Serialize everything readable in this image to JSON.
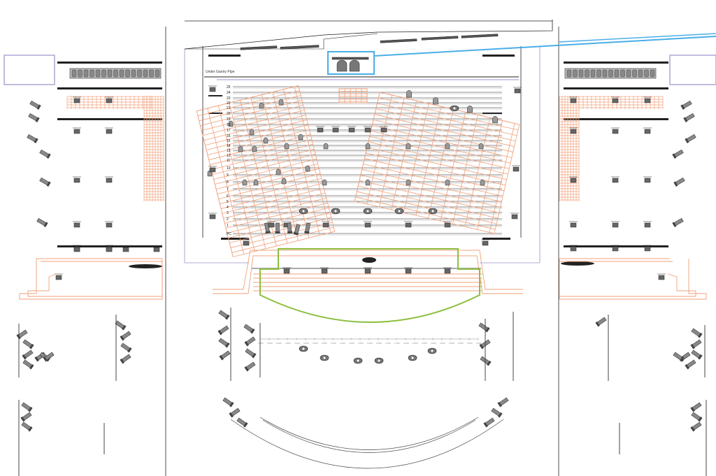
{
  "drawing": {
    "gantry_label": "Under Gantry Pipe",
    "pipe_numbers": [
      "25",
      "24",
      "23",
      "22",
      "21",
      "20",
      "19",
      "18",
      "17",
      "16",
      "15",
      "14",
      "13",
      "12",
      "11",
      "10",
      "9",
      "8",
      "7",
      "6",
      "5",
      "4",
      "3",
      "2",
      "1",
      "PC"
    ],
    "scale_bar_labels": [
      "6.000",
      "5.500",
      "5.000",
      "4.500",
      "4.000",
      "3.500",
      "3.000",
      "2.500",
      "2.000",
      "1.500",
      "1.000",
      "0.500",
      "0.000",
      "0.500",
      "1.000",
      "1.500",
      "2.000",
      "2.500",
      "3.000",
      "3.500",
      "4.000",
      "4.500",
      "5.000",
      "5.500",
      "6.000"
    ],
    "colors": {
      "linework": "#222222",
      "orange_grid": "#f0a07a",
      "green_outline": "#8cbf3f",
      "blue_highlight": "#4aaee8",
      "frame_purple": "#9a90c8"
    },
    "icons": [
      "spotlight-icon",
      "fresnel-icon",
      "par-can-icon",
      "moving-head-icon",
      "profile-fixture-icon"
    ]
  }
}
